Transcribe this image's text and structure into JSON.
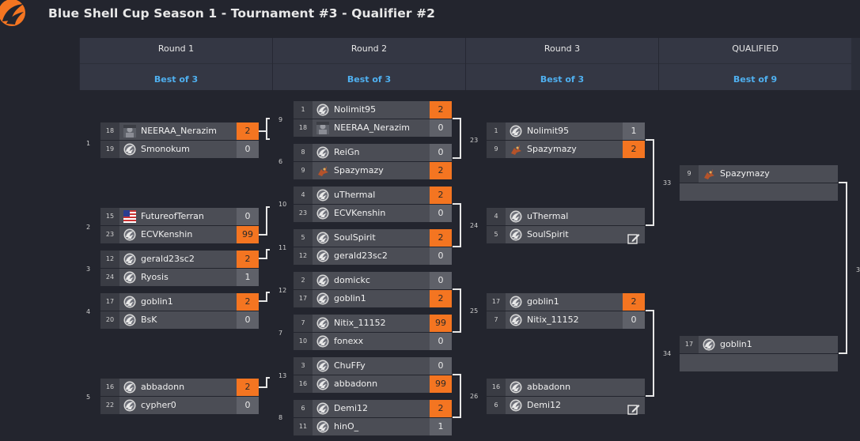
{
  "header": {
    "title": "Blue Shell Cup Season 1 - Tournament #3 - Qualifier #2",
    "logo_icon": "shell-logo-icon"
  },
  "colors": {
    "accent": "#f47521",
    "best_of": "#4fb0f0",
    "background": "#23252e"
  },
  "rounds": [
    {
      "name": "Round 1",
      "best_of": "Best of 3"
    },
    {
      "name": "Round 2",
      "best_of": "Best of 3"
    },
    {
      "name": "Round 3",
      "best_of": "Best of 3"
    },
    {
      "name": "QUALIFIED",
      "best_of": "Best of 9"
    }
  ],
  "round1": [
    {
      "label": "1",
      "p": [
        {
          "seed": "18",
          "name": "NEERAA_Nerazim",
          "score": "2",
          "win": true,
          "avatar": "photo"
        },
        {
          "seed": "19",
          "name": "Smonokum",
          "score": "0",
          "win": false,
          "avatar": "shell"
        }
      ]
    },
    {
      "label": "2",
      "p": [
        {
          "seed": "15",
          "name": "FutureofTerran",
          "score": "0",
          "win": false,
          "avatar": "flag"
        },
        {
          "seed": "23",
          "name": "ECVKenshin",
          "score": "99",
          "win": true,
          "avatar": "shell"
        }
      ]
    },
    {
      "label": "3",
      "p": [
        {
          "seed": "12",
          "name": "gerald23sc2",
          "score": "2",
          "win": true,
          "avatar": "shell"
        },
        {
          "seed": "24",
          "name": "Ryosis",
          "score": "1",
          "win": false,
          "avatar": "shell"
        }
      ]
    },
    {
      "label": "4",
      "p": [
        {
          "seed": "17",
          "name": "goblin1",
          "score": "2",
          "win": true,
          "avatar": "shell"
        },
        {
          "seed": "20",
          "name": "BsK",
          "score": "0",
          "win": false,
          "avatar": "shell"
        }
      ]
    },
    {
      "label": "5",
      "p": [
        {
          "seed": "16",
          "name": "abbadonn",
          "score": "2",
          "win": true,
          "avatar": "shell"
        },
        {
          "seed": "22",
          "name": "cypher0",
          "score": "0",
          "win": false,
          "avatar": "shell"
        }
      ]
    }
  ],
  "round2": [
    {
      "label": "6",
      "p": [
        {
          "seed": "1",
          "name": "Nolimit95",
          "score": "2",
          "win": true,
          "avatar": "shell"
        },
        {
          "seed": "18",
          "name": "NEERAA_Nerazim",
          "score": "0",
          "win": false,
          "avatar": "photo"
        }
      ]
    },
    {
      "label": "",
      "p": [
        {
          "seed": "8",
          "name": "ReiGn",
          "score": "0",
          "win": false,
          "avatar": "shell"
        },
        {
          "seed": "9",
          "name": "Spazymazy",
          "score": "2",
          "win": true,
          "avatar": "unit"
        }
      ]
    },
    {
      "label": "",
      "p": [
        {
          "seed": "4",
          "name": "uThermal",
          "score": "2",
          "win": true,
          "avatar": "shell"
        },
        {
          "seed": "23",
          "name": "ECVKenshin",
          "score": "0",
          "win": false,
          "avatar": "shell"
        }
      ]
    },
    {
      "label": "",
      "p": [
        {
          "seed": "5",
          "name": "SoulSpirit",
          "score": "2",
          "win": true,
          "avatar": "shell"
        },
        {
          "seed": "12",
          "name": "gerald23sc2",
          "score": "0",
          "win": false,
          "avatar": "shell"
        }
      ]
    },
    {
      "label": "",
      "p": [
        {
          "seed": "2",
          "name": "domickc",
          "score": "0",
          "win": false,
          "avatar": "shell"
        },
        {
          "seed": "17",
          "name": "goblin1",
          "score": "2",
          "win": true,
          "avatar": "shell"
        }
      ]
    },
    {
      "label": "7",
      "p": [
        {
          "seed": "7",
          "name": "Nitix_11152",
          "score": "99",
          "win": true,
          "avatar": "shell"
        },
        {
          "seed": "10",
          "name": "fonexx",
          "score": "0",
          "win": false,
          "avatar": "shell"
        }
      ]
    },
    {
      "label": "",
      "p": [
        {
          "seed": "3",
          "name": "ChuFFy",
          "score": "0",
          "win": false,
          "avatar": "shell"
        },
        {
          "seed": "16",
          "name": "abbadonn",
          "score": "99",
          "win": true,
          "avatar": "shell"
        }
      ]
    },
    {
      "label": "8",
      "p": [
        {
          "seed": "6",
          "name": "Demi12",
          "score": "2",
          "win": true,
          "avatar": "shell"
        },
        {
          "seed": "11",
          "name": "hinO_",
          "score": "1",
          "win": false,
          "avatar": "shell"
        }
      ]
    }
  ],
  "round3": [
    {
      "label": "23",
      "p": [
        {
          "seed": "1",
          "name": "Nolimit95",
          "score": "1",
          "win": false,
          "avatar": "shell"
        },
        {
          "seed": "9",
          "name": "Spazymazy",
          "score": "2",
          "win": true,
          "avatar": "unit"
        }
      ]
    },
    {
      "label": "24",
      "p": [
        {
          "seed": "4",
          "name": "uThermal",
          "score": "",
          "win": false,
          "avatar": "shell"
        },
        {
          "seed": "5",
          "name": "SoulSpirit",
          "score": "",
          "win": false,
          "avatar": "shell"
        }
      ],
      "edit": true
    },
    {
      "label": "25",
      "p": [
        {
          "seed": "17",
          "name": "goblin1",
          "score": "2",
          "win": true,
          "avatar": "shell"
        },
        {
          "seed": "7",
          "name": "Nitix_11152",
          "score": "0",
          "win": false,
          "avatar": "shell"
        }
      ]
    },
    {
      "label": "26",
      "p": [
        {
          "seed": "16",
          "name": "abbadonn",
          "score": "",
          "win": false,
          "avatar": "shell"
        },
        {
          "seed": "6",
          "name": "Demi12",
          "score": "",
          "win": false,
          "avatar": "shell"
        }
      ],
      "edit": true
    }
  ],
  "qualified": [
    {
      "label": "33",
      "seed": "9",
      "name": "Spazymazy",
      "avatar": "unit"
    },
    {
      "label": "34",
      "seed": "17",
      "name": "goblin1",
      "avatar": "shell"
    }
  ],
  "connector_labels": [
    "9",
    "10",
    "11",
    "12",
    "13"
  ],
  "final_label": "3"
}
